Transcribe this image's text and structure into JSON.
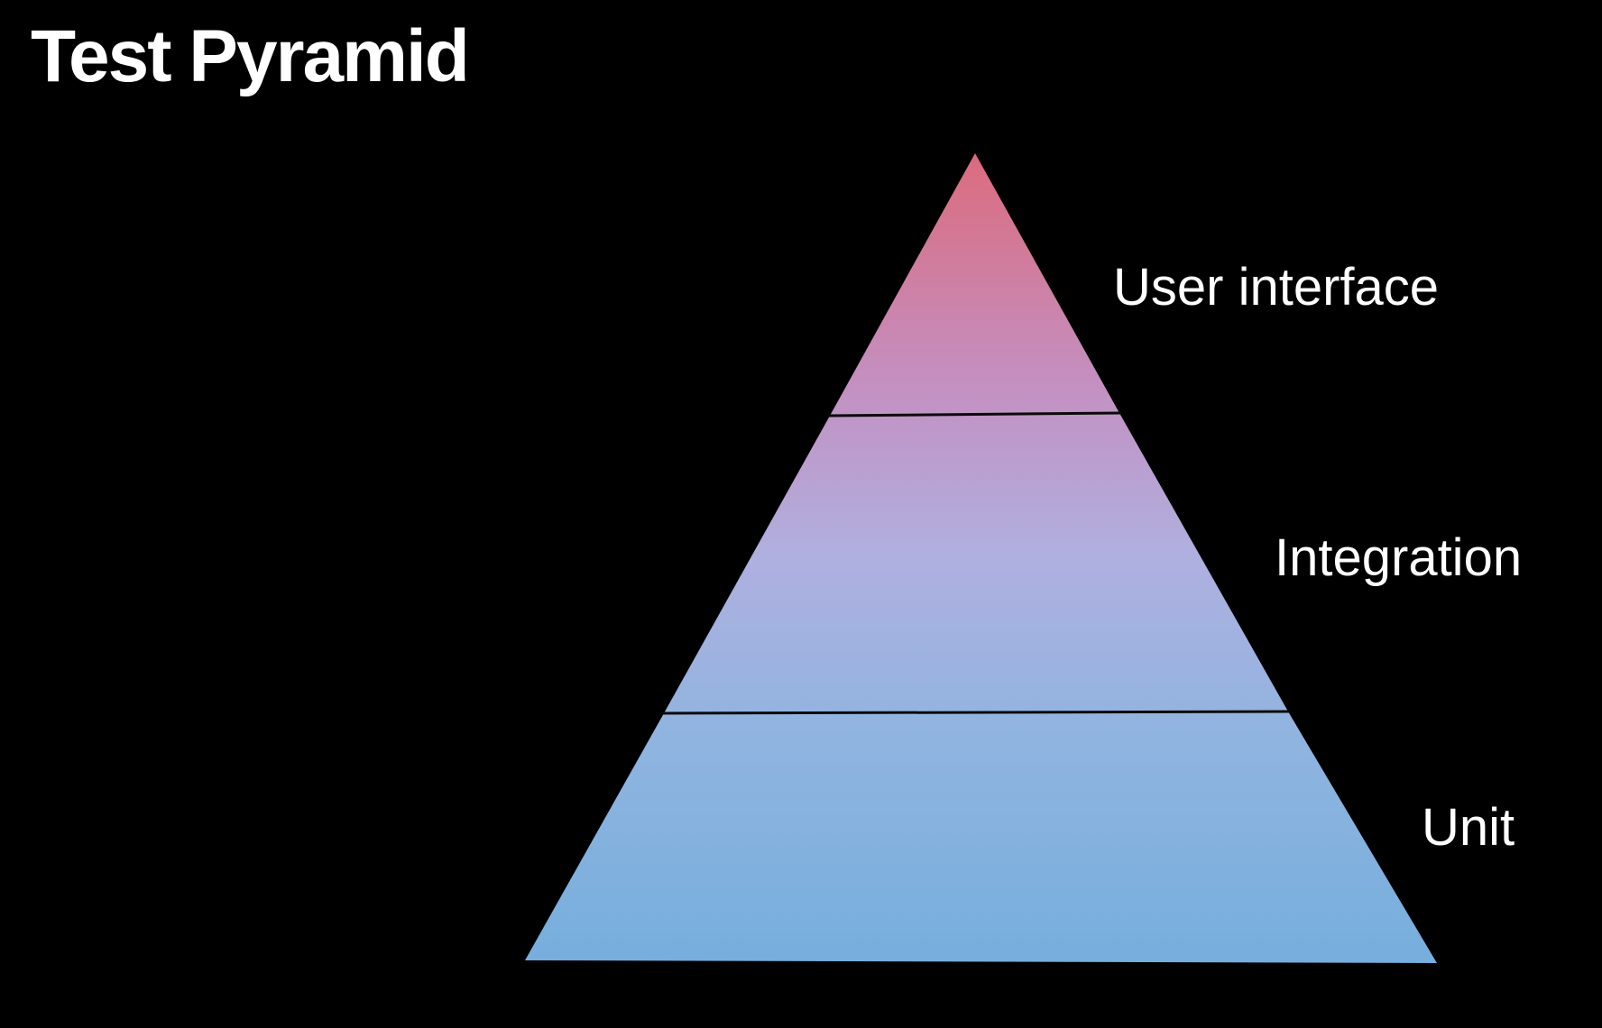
{
  "slide": {
    "title": "Test Pyramid"
  },
  "pyramid": {
    "tiers": [
      {
        "label": "User interface"
      },
      {
        "label": "Integration"
      },
      {
        "label": "Unit"
      }
    ],
    "colors": {
      "top": "#dc6b7e",
      "upper": "#c48fc0",
      "middle": "#afb0e0",
      "lower": "#90b4e0",
      "bottom": "#76aedd",
      "divider": "#0a0a0a",
      "background": "#000000"
    }
  }
}
